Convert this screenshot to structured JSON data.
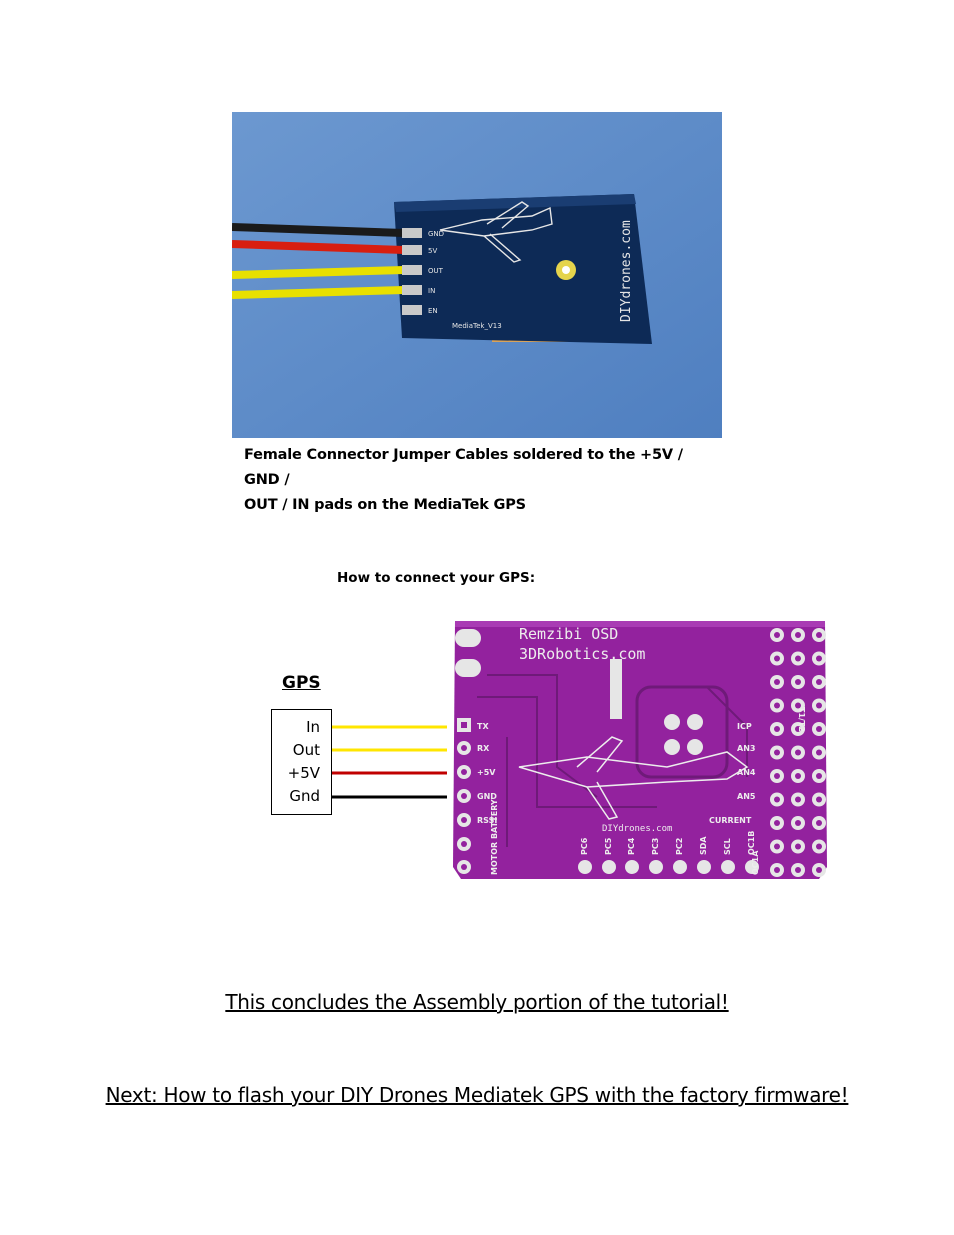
{
  "figure1": {
    "board_text": "DIYdrones.com",
    "board_model": "MediaTek_V13",
    "pad_labels": [
      "GND",
      "5V",
      "OUT",
      "IN",
      "EN"
    ],
    "caption_line1": "Female Connector Jumper Cables soldered to the +5V / GND /",
    "caption_line2": "OUT / IN pads on the MediaTek GPS"
  },
  "section_heading": "How to connect your GPS:",
  "figure2": {
    "gps_title": "GPS",
    "gps_pins": [
      "In",
      "Out",
      "+5V",
      "Gnd"
    ],
    "wire_colors": [
      "#ffe600",
      "#ffe600",
      "#c00000",
      "#000000"
    ],
    "board_title": "Remzibi OSD",
    "board_site": "3DRobotics.com",
    "board_pin_labels": [
      "TX",
      "RX",
      "+5V",
      "GND",
      "RSSI",
      "MOTOR BATTERY"
    ],
    "board_bottom_labels": [
      "PC6",
      "PC5",
      "PC4",
      "PC3",
      "PC2",
      "SDA",
      "SCL",
      "OC1B",
      "OC1A"
    ],
    "board_right_labels": [
      "T1/T2",
      "ICP",
      "AN3",
      "AN4",
      "AN5",
      "CURRENT"
    ],
    "board_footer": "DIYdrones.com"
  },
  "conclusion": "This concludes the Assembly portion of the tutorial!",
  "next": "Next: How to flash your DIY Drones Mediatek GPS with the factory firmware!"
}
